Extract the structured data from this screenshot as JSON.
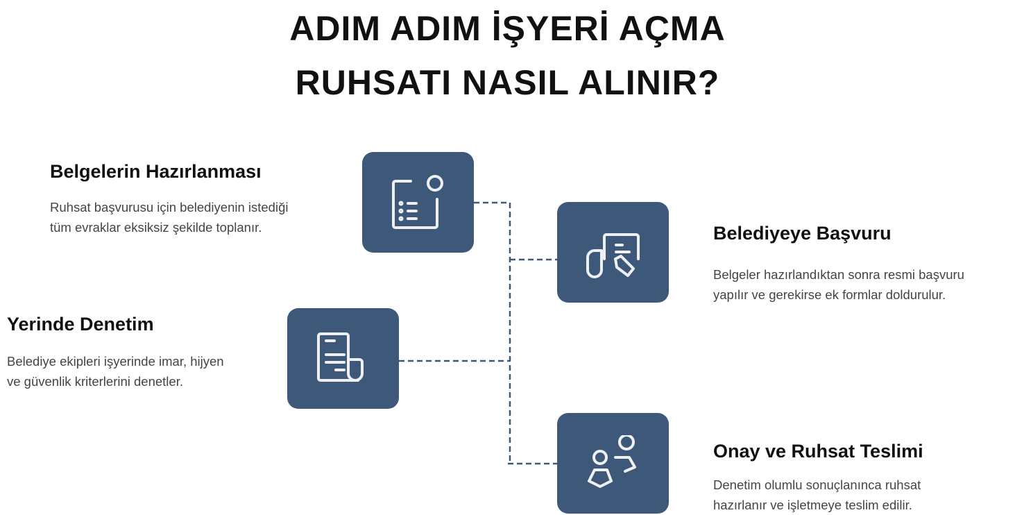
{
  "title": {
    "line1": "ADIM ADIM  İŞYERİ AÇMA",
    "line2": "RUHSATI NASIL ALINIR?"
  },
  "steps": [
    {
      "heading": "Belgelerin Hazırlanması",
      "line1": "Ruhsat başvurusu için belediyenin istediği",
      "line2": "tüm evraklar eksiksiz şekilde toplanır.",
      "icon": "document-list-icon"
    },
    {
      "heading": "Belediyeye Başvuru",
      "line1": "Belgeler hazırlandıktan sonra resmi başvuru",
      "line2": "yapılır ve gerekirse ek formlar doldurulur.",
      "icon": "document-tag-icon"
    },
    {
      "heading": "Yerinde Denetim",
      "line1": "Belediye ekipleri işyerinde imar, hijyen",
      "line2": "ve güvenlik kriterlerini denetler.",
      "icon": "scroll-document-icon"
    },
    {
      "heading": "Onay ve Ruhsat Teslimi",
      "line1": "Denetim olumlu sonuçlanınca ruhsat",
      "line2": "hazırlanır ve işletmeye teslim edilir.",
      "icon": "users-handover-icon"
    }
  ],
  "colors": {
    "box": "#3d5879",
    "icon": "#eef0f3"
  }
}
